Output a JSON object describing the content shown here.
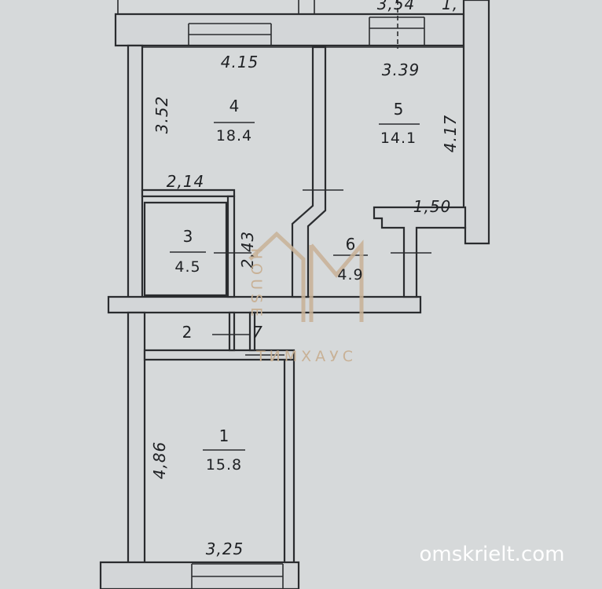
{
  "colors": {
    "paper": "#d6d9da",
    "wall_fill": "#d3d6d8",
    "line": "#2a2c2f",
    "watermark": "#c8b196",
    "site_text": "#ffffff"
  },
  "dimensions": {
    "top_cut": "3,54",
    "top_cut_right": "1,",
    "room4_width": "4.15",
    "room4_height": "3.52",
    "room5_width": "3.39",
    "room5_height": "4.17",
    "room3_width": "2,14",
    "room3_height": "2,43",
    "room6_width": "1,50",
    "corridor_small": "7",
    "room1_height": "4,86",
    "room1_width": "3,25"
  },
  "rooms": [
    {
      "id": "4",
      "number": "4",
      "area": "18.4"
    },
    {
      "id": "5",
      "number": "5",
      "area": "14.1"
    },
    {
      "id": "3",
      "number": "3",
      "area": "4.5"
    },
    {
      "id": "6",
      "number": "6",
      "area": "4.9"
    },
    {
      "id": "2",
      "number": "2",
      "area": ""
    },
    {
      "id": "1",
      "number": "1",
      "area": "15.8"
    }
  ],
  "watermark": {
    "vertical": "HOUSE",
    "brand": "ТИМХАУС"
  },
  "site": "omskrielt.com"
}
